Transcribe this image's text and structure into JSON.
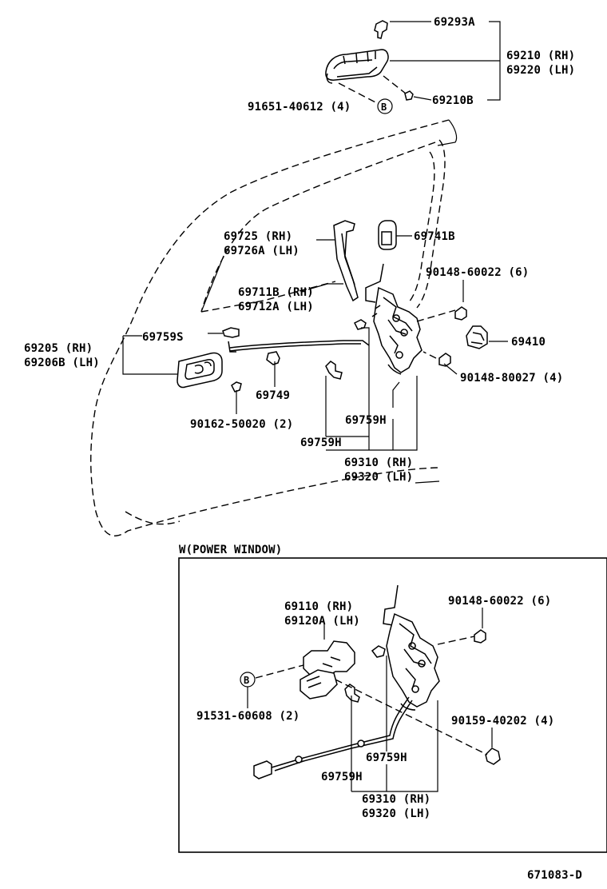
{
  "labels": {
    "p69293A": "69293A",
    "p69210RH": "69210 (RH)",
    "p69220LH": "69220 (LH)",
    "p69210B": "69210B",
    "p9165140612": "91651-40612 (4)",
    "circleB1": "B",
    "p69725RH": "69725  (RH)",
    "p69726ALH": "69726A (LH)",
    "p69741B": "69741B",
    "p9014860022a": "90148-60022 (6)",
    "p69711BRH": "69711B (RH)",
    "p69712ALH": "69712A (LH)",
    "p69759S": "69759S",
    "p69205RH": "69205  (RH)",
    "p69206BLH": "69206B (LH)",
    "p69410": "69410",
    "p9014880027": "90148-80027 (4)",
    "p69749": "69749",
    "p9016250020": "90162-50020 (2)",
    "p69759Ha": "69759H",
    "p69759Hb": "69759H",
    "p69310RHa": "69310 (RH)",
    "p69320LHa": "69320 (LH)",
    "section": "W(POWER WINDOW)",
    "p69110RH": "69110  (RH)",
    "p69120ALH": "69120A (LH)",
    "p9014860022b": "90148-60022 (6)",
    "circleB2": "B",
    "p9153160608": "91531-60608 (2)",
    "p9015940202": "90159-40202 (4)",
    "p69759Hc": "69759H",
    "p69759Hd": "69759H",
    "p69310RHb": "69310 (RH)",
    "p69320LHb": "69320 (LH)",
    "figure_id": "671083-D"
  }
}
